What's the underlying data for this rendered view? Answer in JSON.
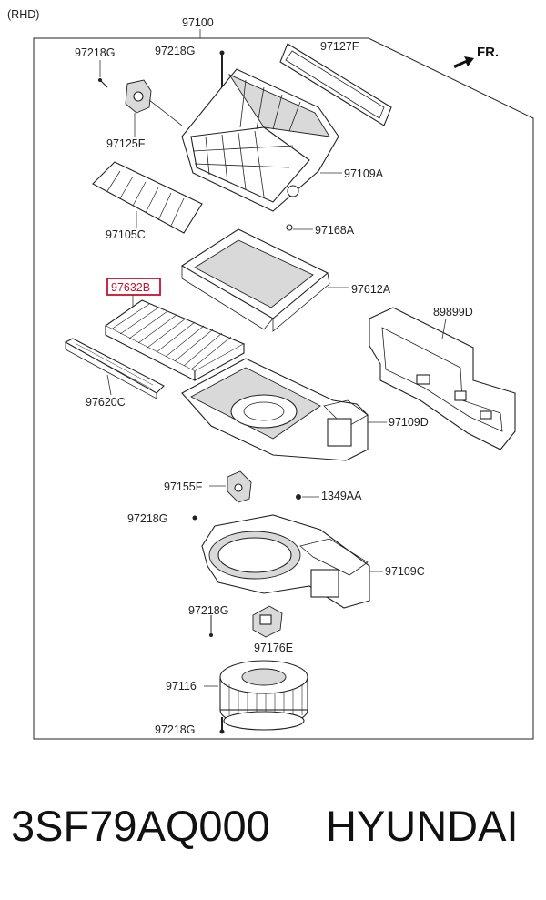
{
  "diagram": {
    "variant_note": "(RHD)",
    "direction_label": "FR.",
    "highlighted_part": "97632B",
    "labels": {
      "top_assembly": "97100",
      "screw_top_left": "97218G",
      "screw_top": "97218G",
      "gasket": "97127F",
      "actuator": "97125F",
      "intake_case": "97109A",
      "intake_door": "97105C",
      "clip": "97168A",
      "filter_cover": "97612A",
      "cabin_filter": "97632B",
      "duct": "89899D",
      "filter_holder": "97620C",
      "upper_blower_case": "97109D",
      "actuator_lower": "97155F",
      "screw_mid": "97218G",
      "bolt": "1349AA",
      "lower_blower_case": "97109C",
      "screw_resistor": "97218G",
      "resistor": "97176E",
      "blower_motor": "97116",
      "screw_bottom": "97218G"
    }
  },
  "footer": {
    "part_code": "3SF79AQ000",
    "brand": "HYUNDAI"
  }
}
